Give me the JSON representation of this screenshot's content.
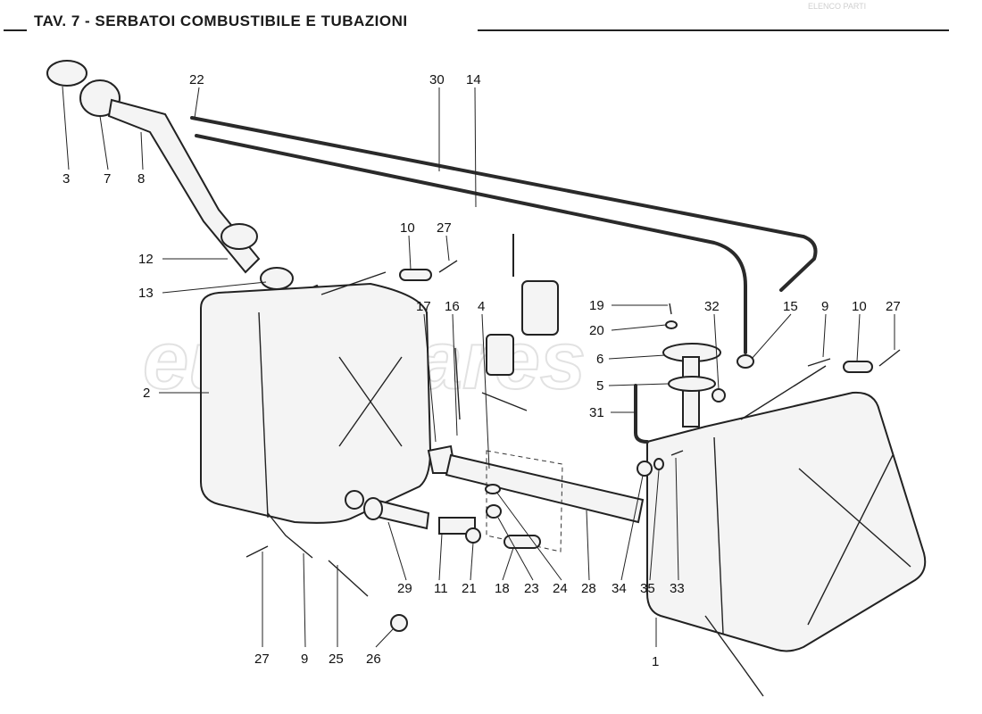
{
  "title": "TAV. 7 - SERBATOI COMBUSTIBILE E TUBAZIONI",
  "watermark": "eurospares",
  "ghost_header": "ELENCO PARTI",
  "callouts": [
    {
      "id": "c3",
      "text": "3"
    },
    {
      "id": "c7",
      "text": "7"
    },
    {
      "id": "c8",
      "text": "8"
    },
    {
      "id": "c22",
      "text": "22"
    },
    {
      "id": "c30",
      "text": "30"
    },
    {
      "id": "c14",
      "text": "14"
    },
    {
      "id": "c10a",
      "text": "10"
    },
    {
      "id": "c27a",
      "text": "27"
    },
    {
      "id": "c12",
      "text": "12"
    },
    {
      "id": "c13",
      "text": "13"
    },
    {
      "id": "c17",
      "text": "17"
    },
    {
      "id": "c16",
      "text": "16"
    },
    {
      "id": "c4",
      "text": "4"
    },
    {
      "id": "c19",
      "text": "19"
    },
    {
      "id": "c20",
      "text": "20"
    },
    {
      "id": "c32",
      "text": "32"
    },
    {
      "id": "c15",
      "text": "15"
    },
    {
      "id": "c9a",
      "text": "9"
    },
    {
      "id": "c10b",
      "text": "10"
    },
    {
      "id": "c27b",
      "text": "27"
    },
    {
      "id": "c2",
      "text": "2"
    },
    {
      "id": "c6",
      "text": "6"
    },
    {
      "id": "c5",
      "text": "5"
    },
    {
      "id": "c31",
      "text": "31"
    },
    {
      "id": "c27c",
      "text": "27"
    },
    {
      "id": "c9b",
      "text": "9"
    },
    {
      "id": "c25",
      "text": "25"
    },
    {
      "id": "c26",
      "text": "26"
    },
    {
      "id": "c29",
      "text": "29"
    },
    {
      "id": "c11",
      "text": "11"
    },
    {
      "id": "c21",
      "text": "21"
    },
    {
      "id": "c18",
      "text": "18"
    },
    {
      "id": "c23",
      "text": "23"
    },
    {
      "id": "c24",
      "text": "24"
    },
    {
      "id": "c28",
      "text": "28"
    },
    {
      "id": "c34",
      "text": "34"
    },
    {
      "id": "c35",
      "text": "35"
    },
    {
      "id": "c33",
      "text": "33"
    },
    {
      "id": "c1",
      "text": "1"
    }
  ]
}
